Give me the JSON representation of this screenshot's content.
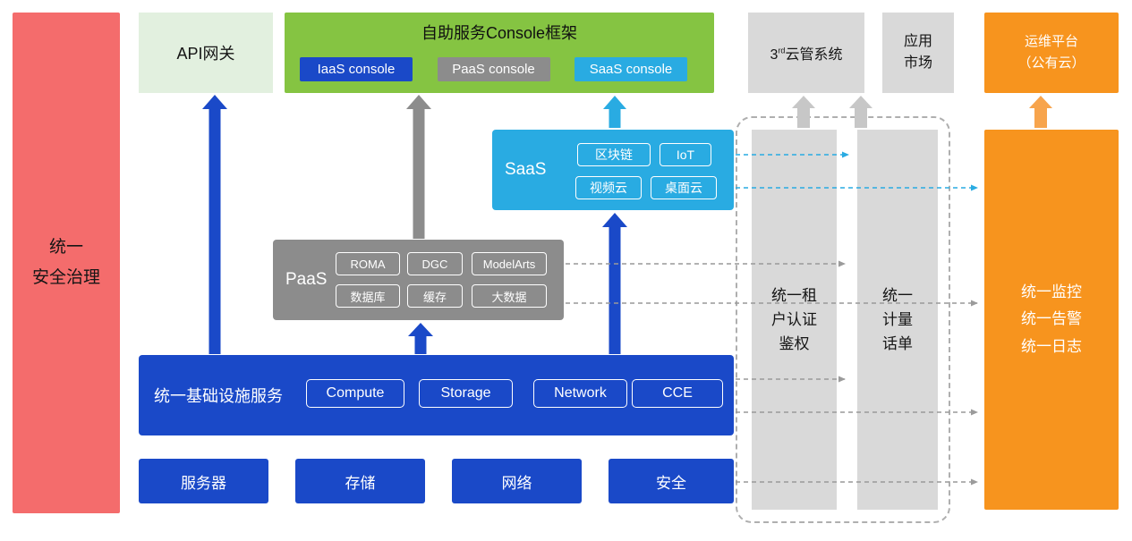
{
  "colors": {
    "security_red": "#F46C6C",
    "api_gateway_green": "#E2F0DF",
    "console_green": "#85C442",
    "primary_blue": "#1A49C8",
    "paas_gray": "#8C8C8C",
    "saas_cyan": "#29ABE2",
    "panel_gray": "#D9D9D9",
    "om_orange": "#F7941E"
  },
  "security_bar": {
    "label": "统一\n安全治理"
  },
  "top": {
    "api_gateway": "API网关",
    "console": {
      "title": "自助服务Console框架",
      "consoles": [
        "IaaS console",
        "PaaS console",
        "SaaS console"
      ]
    },
    "third_cloud": {
      "num": "3",
      "sup": "rd",
      "rest": "云管系统"
    },
    "app_market": "应用\n市场",
    "om_platform": "运维平台\n（公有云）"
  },
  "saas": {
    "label": "SaaS",
    "items": [
      "区块链",
      "IoT",
      "视频云",
      "桌面云"
    ]
  },
  "paas": {
    "label": "PaaS",
    "items": [
      "ROMA",
      "DGC",
      "ModelArts",
      "数据库",
      "缓存",
      "大数据"
    ]
  },
  "iaas": {
    "label": "统一基础设施服务",
    "items": [
      "Compute",
      "Storage",
      "Network",
      "CCE"
    ]
  },
  "hardware": {
    "items": [
      "服务器",
      "存储",
      "网络",
      "安全"
    ]
  },
  "right_rails": {
    "auth": "统一租\n户认证\n鉴权",
    "metering": "统一\n计量\n话单",
    "monitoring": "统一监控\n统一告警\n统一日志"
  }
}
